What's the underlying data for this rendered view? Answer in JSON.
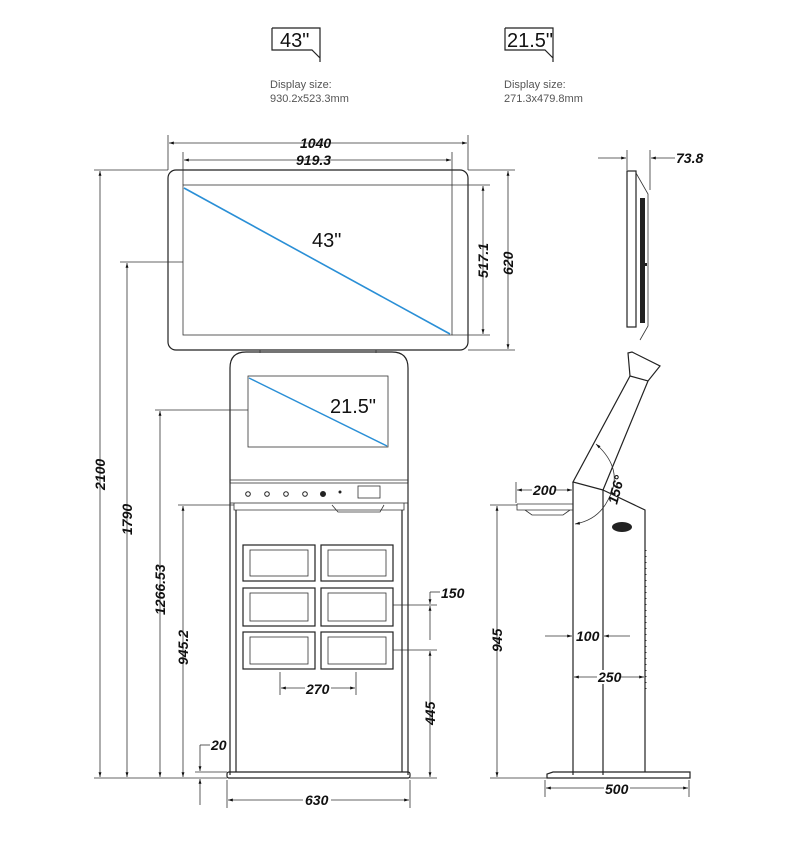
{
  "badges": [
    {
      "size": "43\"",
      "caption_label": "Display size:",
      "caption_value": "930.2x523.3mm"
    },
    {
      "size": "21.5\"",
      "caption_label": "Display size:",
      "caption_value": "271.3x479.8mm"
    }
  ],
  "front_view": {
    "top_screen_label": "43\"",
    "lower_screen_label": "21.5\"",
    "dimensions": {
      "overall_width": "1040",
      "screen_width": "919.3",
      "screen_height": "517.1",
      "panel_height": "620",
      "overall_height": "2100",
      "height_1790": "1790",
      "height_1266": "1266.53",
      "height_945": "945.2",
      "base_thickness": "20",
      "base_width": "630",
      "compartment_width": "270",
      "compartment_height": "150",
      "bottom_offset": "445"
    }
  },
  "side_view": {
    "dimensions": {
      "screen_depth": "73.8",
      "shelf_depth": "200",
      "angle": "156°",
      "height": "945",
      "column_inner": "100",
      "column_depth": "250",
      "base_depth": "500"
    }
  },
  "colors": {
    "diagonal": "#2a8fd6",
    "line": "#222222"
  }
}
